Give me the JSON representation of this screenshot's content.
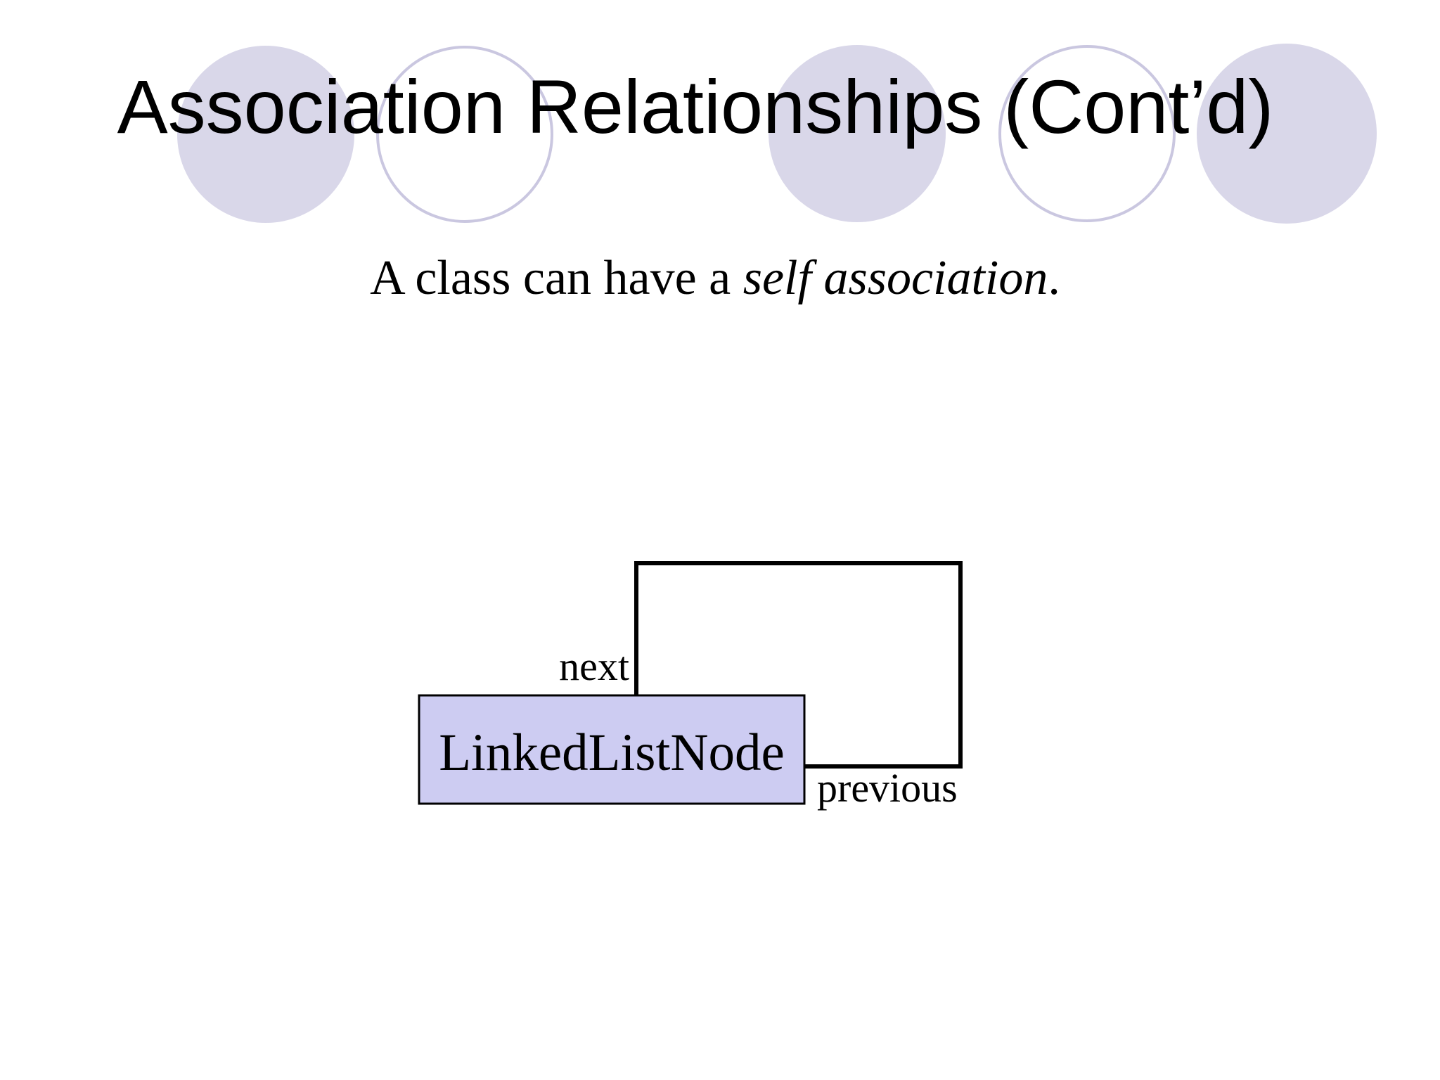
{
  "slide": {
    "title": "Association Relationships (Cont’d)",
    "subtitle": {
      "prefix": "A class can have a ",
      "emphasis": "self association",
      "suffix": "."
    },
    "diagram": {
      "class_label": "LinkedListNode",
      "next_label": "next",
      "previous_label": "previous"
    },
    "colors": {
      "background": "#ffffff",
      "text": "#000000",
      "title_text": "#000000",
      "decorative_circle_fill": "#d9d7e9",
      "decorative_circle_outline": "#cac7e0",
      "class_box_fill": "#cdccf2",
      "class_box_border": "#000000",
      "association_line": "#000000"
    }
  }
}
